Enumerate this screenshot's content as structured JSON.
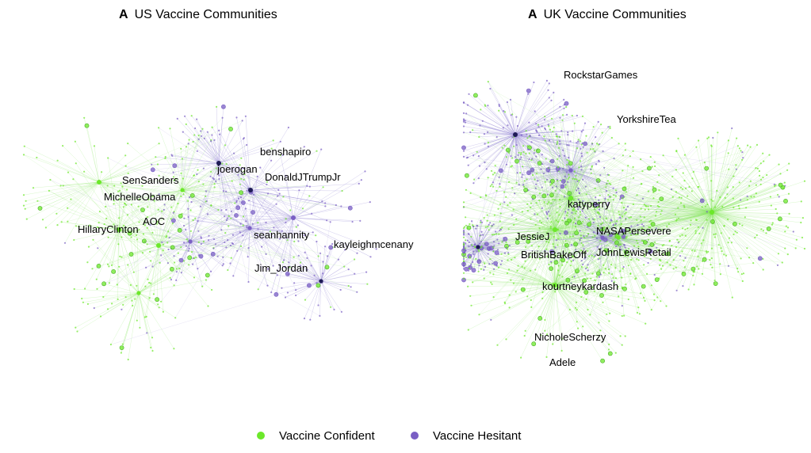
{
  "colors": {
    "confident": "#6ce82a",
    "hesitant": "#7a5fc4",
    "hesitant_dark": "#1f1b57",
    "edge_confident": "#8fe86a",
    "edge_hesitant": "#9b8fd6"
  },
  "us": {
    "letter": "A",
    "title": "US Vaccine Communities",
    "labels": [
      {
        "id": "us-benshapiro",
        "text": "benshapiro"
      },
      {
        "id": "us-joerogan",
        "text": "joerogan"
      },
      {
        "id": "us-sensanders",
        "text": "SenSanders"
      },
      {
        "id": "us-donaldjtrumpjr",
        "text": "DonaldJTrumpJr"
      },
      {
        "id": "us-michelleobama",
        "text": "MichelleObama"
      },
      {
        "id": "us-aoc",
        "text": "AOC"
      },
      {
        "id": "us-hillaryclinton",
        "text": "HillaryClinton"
      },
      {
        "id": "us-seanhannity",
        "text": "seanhannity"
      },
      {
        "id": "us-kayleighmcenany",
        "text": "kayleighmcenany"
      },
      {
        "id": "us-jim-jordan",
        "text": "Jim_Jordan"
      }
    ]
  },
  "uk": {
    "letter": "A",
    "title": "UK Vaccine Communities",
    "labels": [
      {
        "id": "uk-rockstargames",
        "text": "RockstarGames"
      },
      {
        "id": "uk-yorkshiretea",
        "text": "YorkshireTea"
      },
      {
        "id": "uk-katyperry",
        "text": "katyperry"
      },
      {
        "id": "uk-jessiej",
        "text": "JessieJ"
      },
      {
        "id": "uk-nasapersevere",
        "text": "NASAPersevere"
      },
      {
        "id": "uk-britishbakeoff",
        "text": "BritishBakeOff"
      },
      {
        "id": "uk-johnlewisretail",
        "text": "JohnLewisRetail"
      },
      {
        "id": "uk-kourtneykardash",
        "text": "kourtneykardash"
      },
      {
        "id": "uk-nicholescherzy",
        "text": "NicholeScherzy"
      },
      {
        "id": "uk-adele",
        "text": "Adele"
      }
    ]
  },
  "legend": [
    {
      "label": "Vaccine Confident",
      "color": "#6ce82a"
    },
    {
      "label": "Vaccine Hesitant",
      "color": "#7a5fc4"
    }
  ]
}
